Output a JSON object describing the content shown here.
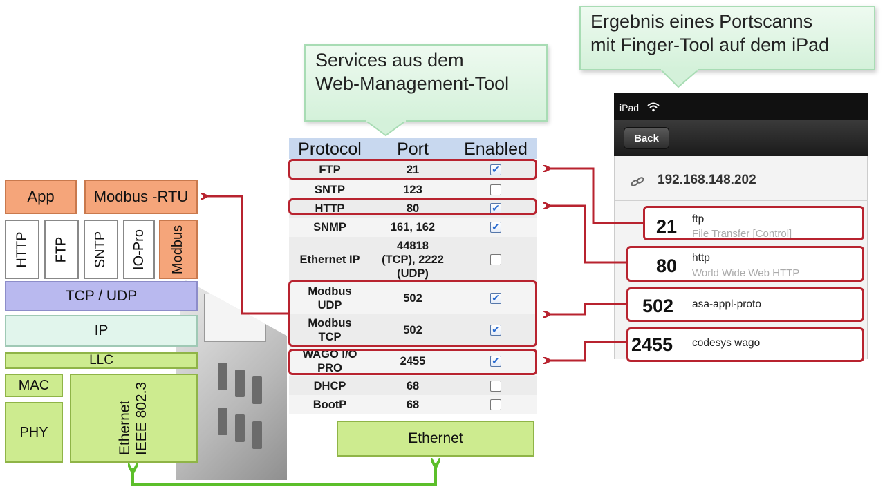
{
  "callouts": {
    "web_tool": "Services aus dem\nWeb-Management-Tool",
    "port_scan": "Ergebnis eines Portscanns\nmit Finger-Tool auf dem iPad"
  },
  "stack": {
    "app": "App",
    "modbus_rtu": "Modbus -RTU",
    "http": "HTTP",
    "ftp": "FTP",
    "sntp": "SNTP",
    "io_pro": "IO-Pro",
    "modbus": "Modbus",
    "tcp_udp": "TCP / UDP",
    "ip": "IP",
    "llc": "LLC",
    "mac": "MAC",
    "phy": "PHY",
    "ethernet_ieee": "Ethernet\nIEEE 802.3"
  },
  "table": {
    "headers": [
      "Protocol",
      "Port",
      "Enabled"
    ],
    "rows": [
      {
        "protocol": "FTP",
        "port": "21",
        "enabled": true
      },
      {
        "protocol": "SNTP",
        "port": "123",
        "enabled": false
      },
      {
        "protocol": "HTTP",
        "port": "80",
        "enabled": true
      },
      {
        "protocol": "SNMP",
        "port": "161, 162",
        "enabled": true
      },
      {
        "protocol": "Ethernet IP",
        "port": "44818\n(TCP), 2222\n(UDP)",
        "enabled": false
      },
      {
        "protocol": "Modbus\nUDP",
        "port": "502",
        "enabled": true
      },
      {
        "protocol": "Modbus\nTCP",
        "port": "502",
        "enabled": true
      },
      {
        "protocol": "WAGO I/O\nPRO",
        "port": "2455",
        "enabled": true
      },
      {
        "protocol": "DHCP",
        "port": "68",
        "enabled": false
      },
      {
        "protocol": "BootP",
        "port": "68",
        "enabled": false
      }
    ]
  },
  "ethernet_box": "Ethernet",
  "ipad": {
    "status_label": "iPad",
    "back_label": "Back",
    "ip_address": "192.168.148.202"
  },
  "scan_results": [
    {
      "port": "21",
      "service": "ftp",
      "description": "File Transfer [Control]"
    },
    {
      "port": "80",
      "service": "http",
      "description": "World Wide Web HTTP"
    },
    {
      "port": "502",
      "service": "asa-appl-proto",
      "description": ""
    },
    {
      "port": "2455",
      "service": "codesys wago",
      "description": ""
    }
  ],
  "colors": {
    "highlight_red": "#b8232f",
    "arrow_green": "#5cbf2a",
    "stack_orange": "#f5a57a",
    "callout_green": "#d4f1da"
  }
}
